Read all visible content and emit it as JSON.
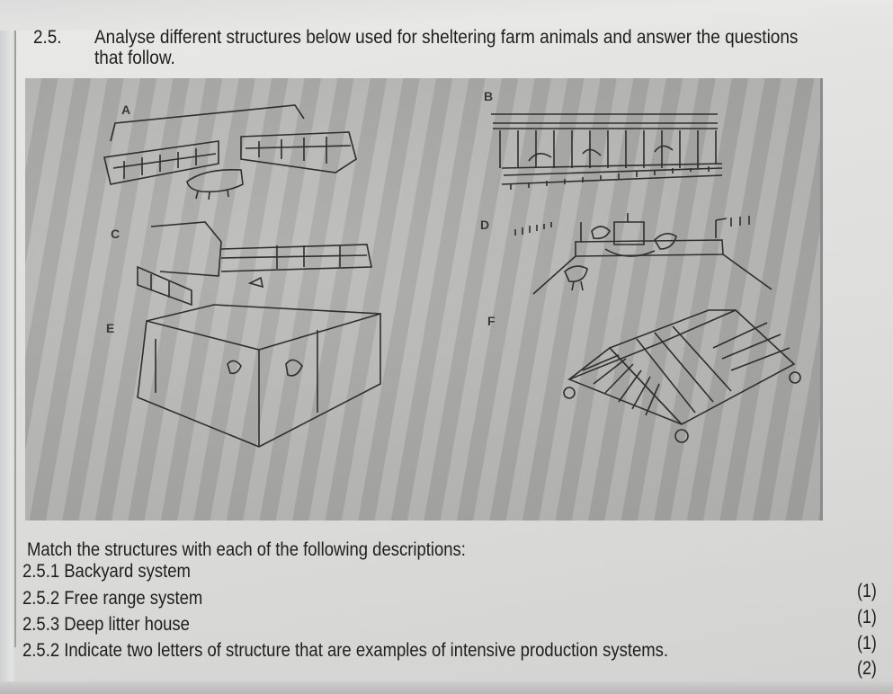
{
  "question": {
    "number": "2.5.",
    "text": "Analyse different structures below used for sheltering farm animals and answer the questions that follow."
  },
  "figure": {
    "labels": {
      "a": "A",
      "b": "B",
      "c": "C",
      "d": "D",
      "e": "E",
      "f": "F"
    },
    "structures": [
      {
        "label": "A",
        "depiction": "walled enclosure with animal (pig)"
      },
      {
        "label": "B",
        "depiction": "battery cage row with chickens"
      },
      {
        "label": "C",
        "depiction": "shelter with fenced run"
      },
      {
        "label": "D",
        "depiction": "open area with feeder and chickens"
      },
      {
        "label": "E",
        "depiction": "enclosed box house"
      },
      {
        "label": "F",
        "depiction": "movable A-frame on wheels"
      }
    ]
  },
  "instructions": {
    "intro": "Match the structures with each of the following descriptions:",
    "items": [
      {
        "number": "2.5.1",
        "text": "2.5.1 Backyard system",
        "mark": "(1)"
      },
      {
        "number": "2.5.2",
        "text": "2.5.2 Free range system",
        "mark": "(1)"
      },
      {
        "number": "2.5.3",
        "text": "2.5.3 Deep litter house",
        "mark": "(1)"
      },
      {
        "number": "2.5.2",
        "text": "2.5.2 Indicate two letters of structure that are examples of intensive production systems.",
        "mark": "(2)"
      }
    ]
  }
}
